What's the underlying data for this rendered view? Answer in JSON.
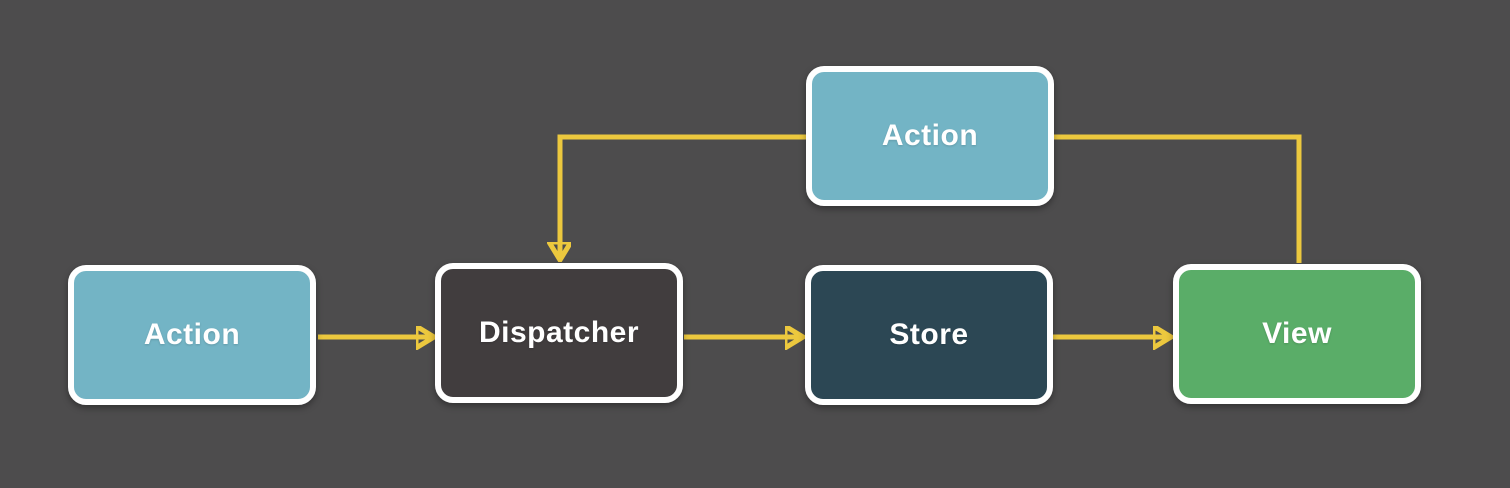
{
  "diagram": {
    "name": "flux-data-flow-diagram",
    "colors": {
      "background": "#4d4c4d",
      "arrow": "#ecc83e",
      "node_border": "#ffffff",
      "label_text": "#ffffff",
      "action_fill": "#73b4c5",
      "dispatcher_fill": "#413d3e",
      "store_fill": "#2c4754",
      "view_fill": "#5aad68"
    },
    "nodes": {
      "action_top": {
        "label": "Action"
      },
      "action_left": {
        "label": "Action"
      },
      "dispatcher": {
        "label": "Dispatcher"
      },
      "store": {
        "label": "Store"
      },
      "view": {
        "label": "View"
      }
    },
    "connectors": [
      {
        "from": "action_left",
        "to": "dispatcher",
        "arrow": true
      },
      {
        "from": "dispatcher",
        "to": "store",
        "arrow": true
      },
      {
        "from": "store",
        "to": "view",
        "arrow": true
      },
      {
        "from": "action_top",
        "to": "dispatcher",
        "arrow": true
      },
      {
        "from": "view",
        "to": "action_top",
        "arrow": false
      }
    ]
  }
}
